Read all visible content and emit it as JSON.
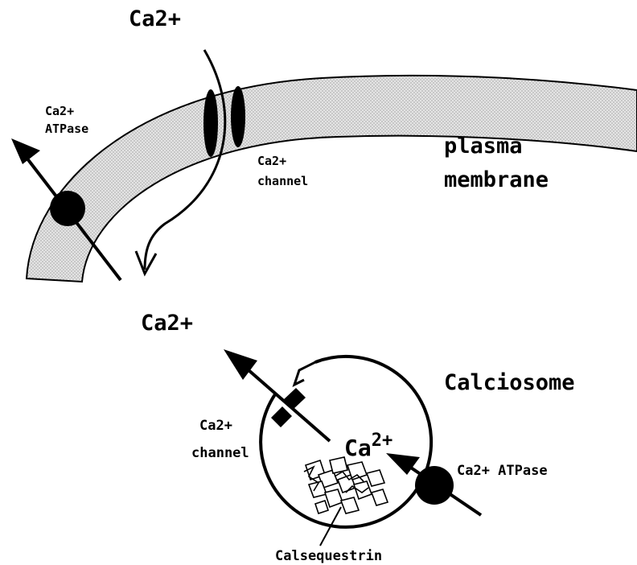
{
  "labels": {
    "ca_outside": "Ca2+",
    "ca_cytosol": "Ca2+",
    "pm_atpase_line1": "Ca2+",
    "pm_atpase_line2": "ATPase",
    "pm_channel_line1": "Ca2+",
    "pm_channel_line2": "channel",
    "plasma_line1": "plasma",
    "plasma_line2": "membrane",
    "calciosome": "Calciosome",
    "calc_channel_line1": "Ca2+",
    "calc_channel_line2": "channel",
    "lumen_ca_base": "Ca",
    "lumen_ca_sup": "2+",
    "calc_atpase": "Ca2+ ATPase",
    "calsequestrin": "Calsequestrin"
  },
  "icons": {
    "plasma_atpase": "pump-circle-icon",
    "plasma_channel": "channel-icon",
    "calciosome_atpase": "pump-circle-icon",
    "calciosome_channel": "channel-icon",
    "calsequestrin": "protein-cluster-icon"
  },
  "colors": {
    "ink": "#000000",
    "membrane_fill": "#d9d9d9",
    "background": "#ffffff"
  }
}
